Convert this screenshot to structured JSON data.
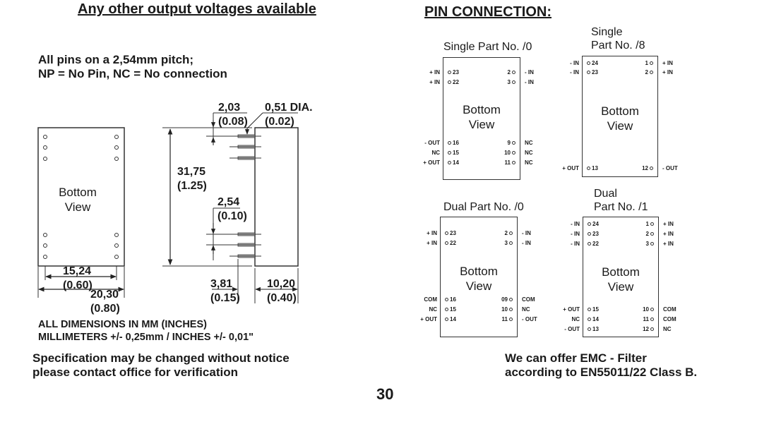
{
  "header": {
    "left_title": "Any other output voltages available",
    "right_title": "PIN  CONNECTION:"
  },
  "pin_notes": {
    "line1": "All pins on a 2,54mm pitch;",
    "line2": "NP = No Pin,  NC = No connection"
  },
  "mechanical": {
    "bottom_view": [
      "Bottom",
      "View"
    ],
    "dims": {
      "width_inner_mm": "15,24",
      "width_inner_in": "(0.60)",
      "width_outer_mm": "20,30",
      "width_outer_in": "(0.80)",
      "pin_offset_mm": "2,03",
      "pin_offset_in": "(0.08)",
      "pin_dia_mm": "0,51 DIA.",
      "pin_dia_in": "(0.02)",
      "length_mm": "31,75",
      "length_in": "(1.25)",
      "pitch_mm": "2,54",
      "pitch_in": "(0.10)",
      "pin_length_mm": "3,81",
      "pin_length_in": "(0.15)",
      "height_mm": "10,20",
      "height_in": "(0.40)"
    },
    "tolerance": {
      "line1": "ALL DIMENSIONS IN MM (INCHES)",
      "line2": "MILLIMETERS  +/- 0,25mm / INCHES   +/- 0,01\""
    }
  },
  "disclaimer": {
    "line1": "Specification may be changed without notice",
    "line2": "please contact office for verification"
  },
  "pin_diagrams": [
    {
      "title": [
        "Single Part No. /0"
      ],
      "view": [
        "Bottom",
        "View"
      ],
      "left_top": [
        {
          "label": "+ IN",
          "pin": "23"
        },
        {
          "label": "+ IN",
          "pin": "22"
        }
      ],
      "right_top": [
        {
          "label": "- IN",
          "pin": "2"
        },
        {
          "label": "- IN",
          "pin": "3"
        }
      ],
      "left_bottom": [
        {
          "label": "- OUT",
          "pin": "16"
        },
        {
          "label": "NC",
          "pin": "15"
        },
        {
          "label": "+ OUT",
          "pin": "14"
        }
      ],
      "right_bottom": [
        {
          "label": "NC",
          "pin": "9"
        },
        {
          "label": "NC",
          "pin": "10"
        },
        {
          "label": "NC",
          "pin": "11"
        }
      ]
    },
    {
      "title": [
        "Single",
        "Part No. /8"
      ],
      "view": [
        "Bottom",
        "View"
      ],
      "left_top": [
        {
          "label": "- IN",
          "pin": "24"
        },
        {
          "label": "- IN",
          "pin": "23"
        }
      ],
      "right_top": [
        {
          "label": "+ IN",
          "pin": "1"
        },
        {
          "label": "+ IN",
          "pin": "2"
        }
      ],
      "left_bottom": [
        {
          "label": "+ OUT",
          "pin": "13"
        }
      ],
      "right_bottom": [
        {
          "label": "- OUT",
          "pin": "12"
        }
      ]
    },
    {
      "title": [
        "Dual Part No. /0"
      ],
      "view": [
        "Bottom",
        "View"
      ],
      "left_top": [
        {
          "label": "+ IN",
          "pin": "23"
        },
        {
          "label": "+ IN",
          "pin": "22"
        }
      ],
      "right_top": [
        {
          "label": "- IN",
          "pin": "2"
        },
        {
          "label": "- IN",
          "pin": "3"
        }
      ],
      "left_bottom": [
        {
          "label": "COM",
          "pin": "16"
        },
        {
          "label": "NC",
          "pin": "15"
        },
        {
          "label": "+ OUT",
          "pin": "14"
        }
      ],
      "right_bottom": [
        {
          "label": "COM",
          "pin": "09"
        },
        {
          "label": "NC",
          "pin": "10"
        },
        {
          "label": "- OUT",
          "pin": "11"
        }
      ]
    },
    {
      "title": [
        "Dual",
        "Part No. /1"
      ],
      "view": [
        "Bottom",
        "View"
      ],
      "left_top": [
        {
          "label": "- IN",
          "pin": "24"
        },
        {
          "label": "- IN",
          "pin": "23"
        },
        {
          "label": "- IN",
          "pin": "22"
        }
      ],
      "right_top": [
        {
          "label": "+ IN",
          "pin": "1"
        },
        {
          "label": "+ IN",
          "pin": "2"
        },
        {
          "label": "+ IN",
          "pin": "3"
        }
      ],
      "left_bottom": [
        {
          "label": "+ OUT",
          "pin": "15"
        },
        {
          "label": "NC",
          "pin": "14"
        },
        {
          "label": "- OUT",
          "pin": "13"
        }
      ],
      "right_bottom": [
        {
          "label": "COM",
          "pin": "10"
        },
        {
          "label": "COM",
          "pin": "11"
        },
        {
          "label": "NC",
          "pin": "12"
        }
      ]
    }
  ],
  "emc_note": {
    "line1": "We can offer EMC - Filter",
    "line2": "according to EN55011/22 Class B."
  },
  "page_number": "30"
}
